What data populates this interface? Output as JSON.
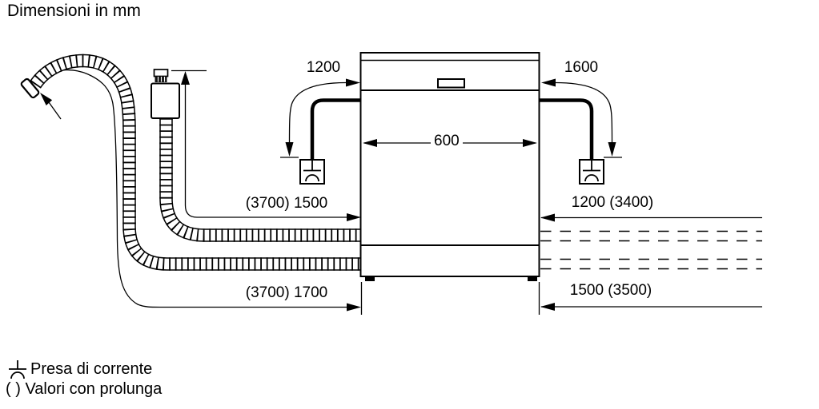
{
  "title": "Dimensioni in mm",
  "diagram": {
    "appliance": "dishwasher-front-view-installation",
    "dims": {
      "power_cord_left": "1200",
      "power_cord_right": "1600",
      "appliance_width": "600",
      "supply_hose_left": "(3700) 1500",
      "hose_right_upper": "1200 (3400)",
      "drain_hose_left": "(3700) 1700",
      "hose_right_lower": "1500 (3500)"
    }
  },
  "legend": {
    "socket_label": "Presa di corrente",
    "parentheses_symbol": "( )",
    "parentheses_label": "Valori con prolunga"
  },
  "colors": {
    "line": "#000000",
    "background": "#ffffff"
  }
}
